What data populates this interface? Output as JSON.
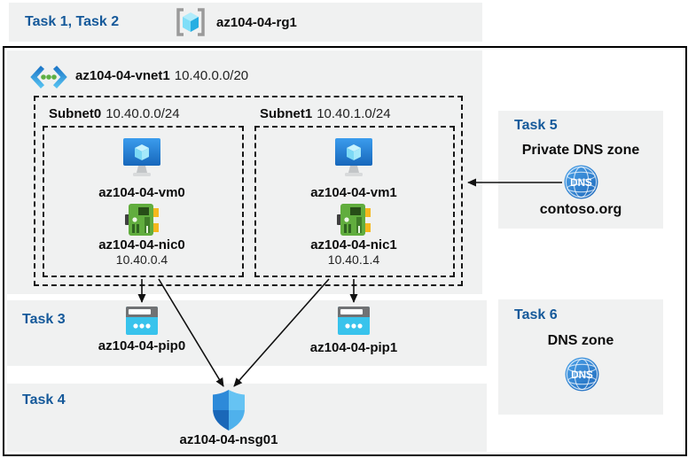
{
  "topbar": {
    "tasks": "Task 1, Task 2",
    "rg": "az104-04-rg1"
  },
  "vnet": {
    "name": "az104-04-vnet1",
    "cidr": "10.40.0.0/20"
  },
  "subnets": [
    {
      "name": "Subnet0",
      "cidr": "10.40.0.0/24",
      "vm": "az104-04-vm0",
      "nic": "az104-04-nic0",
      "ip": "10.40.0.4"
    },
    {
      "name": "Subnet1",
      "cidr": "10.40.1.0/24",
      "vm": "az104-04-vm1",
      "nic": "az104-04-nic1",
      "ip": "10.40.1.4"
    }
  ],
  "task3": {
    "label": "Task 3",
    "pip0": "az104-04-pip0",
    "pip1": "az104-04-pip1"
  },
  "task4": {
    "label": "Task 4",
    "nsg": "az104-04-nsg01"
  },
  "task5": {
    "label": "Task 5",
    "title": "Private DNS zone",
    "zone": "contoso.org",
    "dns_icon": "DNS"
  },
  "task6": {
    "label": "Task 6",
    "title": "DNS zone",
    "dns_icon": "DNS"
  },
  "colors": {
    "band_gray": "#f0f1f1",
    "task_label_blue": "#15599a",
    "border_black": "#000000",
    "vm_blue": "#2b8fe0",
    "nic_green": "#61ad3e",
    "pip_cyan": "#38c3ec",
    "dns_blue": "#2f7fd2",
    "shield_blue": "#2d8ad9"
  }
}
